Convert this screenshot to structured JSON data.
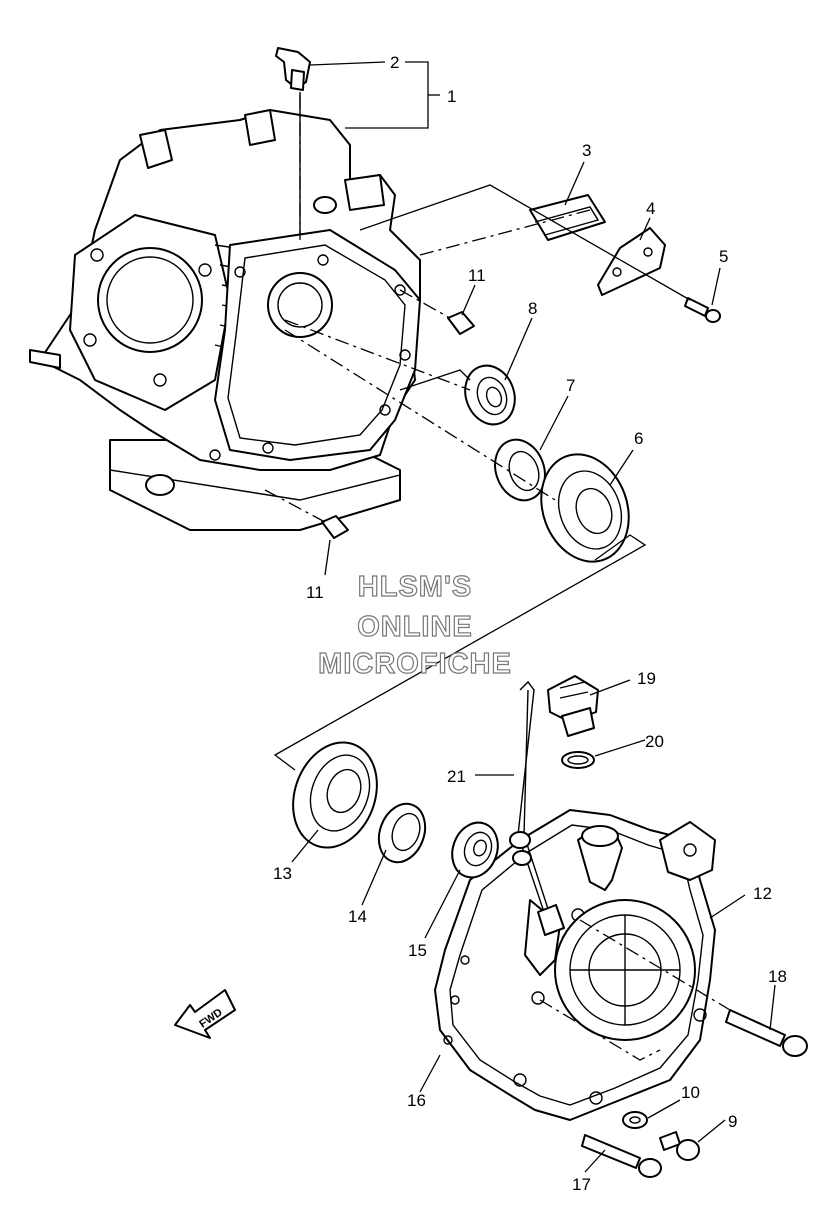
{
  "watermark": {
    "line1": "HLSM'S",
    "line2": "ONLINE",
    "line3": "MICROFICHE"
  },
  "direction_label": "FWD",
  "callouts": {
    "c1": "1",
    "c2": "2",
    "c3": "3",
    "c4": "4",
    "c5": "5",
    "c6": "6",
    "c7": "7",
    "c8": "8",
    "c9": "9",
    "c10": "10",
    "c11a": "11",
    "c11b": "11",
    "c12": "12",
    "c13": "13",
    "c14": "14",
    "c15": "15",
    "c16": "16",
    "c17": "17",
    "c18": "18",
    "c19": "19",
    "c20": "20",
    "c21": "21"
  }
}
